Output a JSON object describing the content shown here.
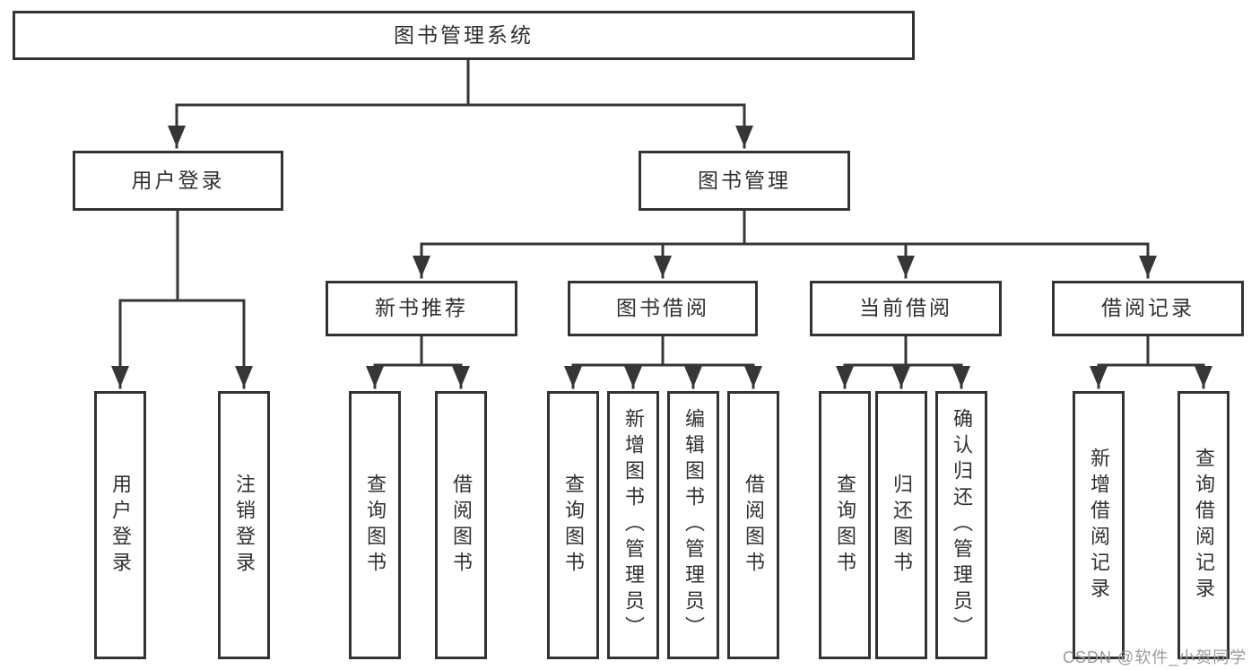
{
  "diagram": {
    "root": {
      "label": "图书管理系统"
    },
    "branches": [
      {
        "label": "用户登录",
        "children": [
          {
            "label": "用户登录"
          },
          {
            "label": "注销登录"
          }
        ]
      },
      {
        "label": "图书管理",
        "children": [
          {
            "label": "新书推荐",
            "children": [
              {
                "label": "查询图书"
              },
              {
                "label": "借阅图书"
              }
            ]
          },
          {
            "label": "图书借阅",
            "children": [
              {
                "label": "查询图书"
              },
              {
                "label": "新增图书（管理员）"
              },
              {
                "label": "编辑图书（管理员）"
              },
              {
                "label": "借阅图书"
              }
            ]
          },
          {
            "label": "当前借阅",
            "children": [
              {
                "label": "查询图书"
              },
              {
                "label": "归还图书"
              },
              {
                "label": "确认归还（管理员）"
              }
            ]
          },
          {
            "label": "借阅记录",
            "children": [
              {
                "label": "新增借阅记录"
              },
              {
                "label": "查询借阅记录"
              }
            ]
          }
        ]
      }
    ]
  },
  "watermark": {
    "text": "CSDN @软件_小贺同学"
  },
  "colors": {
    "line": "#363636",
    "box_border": "#333333",
    "text": "#303030",
    "background": "#ffffff",
    "watermark": "#9b9b9b"
  }
}
